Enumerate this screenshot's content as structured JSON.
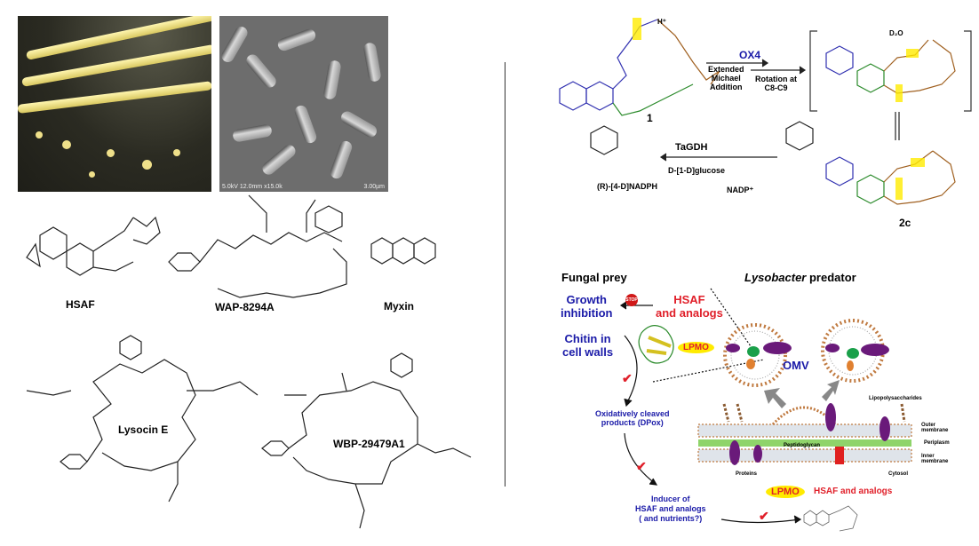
{
  "photos": {
    "sem_scale": "3.00µm",
    "sem_info": "5.0kV 12.0mm x15.0k"
  },
  "structures": {
    "hsaf": "HSAF",
    "wap": "WAP-8294A",
    "myxin": "Myxin",
    "lysocin": "Lysocin E",
    "wbp": "WBP-29479A1"
  },
  "mechanism": {
    "compound1": "1",
    "compound2c": "2c",
    "enzyme_ox4": "OX4",
    "step1": "Extended\nMichael\nAddition",
    "step2": "Rotation at\nC8-C9",
    "enzyme_tagdh": "TaGDH",
    "glucose": "D-[1-D]glucose",
    "nadph": "(R)-[4-D]NADPH",
    "nadp": "NADP⁺",
    "d2o": "D₂O",
    "hplus": "H⁺"
  },
  "model": {
    "fungal_prey": "Fungal prey",
    "predator_italic": "Lysobacter",
    "predator": " predator",
    "growth_inhibition": "Growth\ninhibition",
    "stop": "STOP",
    "hsaf_analogs": "HSAF\nand analogs",
    "chitin": "Chitin in\ncell walls",
    "lpmo": "LPMO",
    "omv": "OMV",
    "oxidized": "Oxidatively cleaved\nproducts (DPox)",
    "inducer": "Inducer of\nHSAF and analogs\n( and nutrients?)",
    "lipopolysaccharides": "Lipopolysaccharides",
    "outer_membrane": "Outer\nmembrane",
    "periplasm": "Periplasm",
    "inner_membrane": "Inner\nmembrane",
    "cytosol": "Cytosol",
    "proteins": "Proteins",
    "peptidoglycan": "Peptidoglycan",
    "lpmo_bottom": "LPMO",
    "hsaf_bottom": "HSAF and analogs"
  },
  "colors": {
    "blue": "#1a1aa8",
    "red": "#e0202a",
    "green": "#2a8a2a",
    "purple": "#6a1a7a",
    "highlight": "#ffeb00"
  }
}
